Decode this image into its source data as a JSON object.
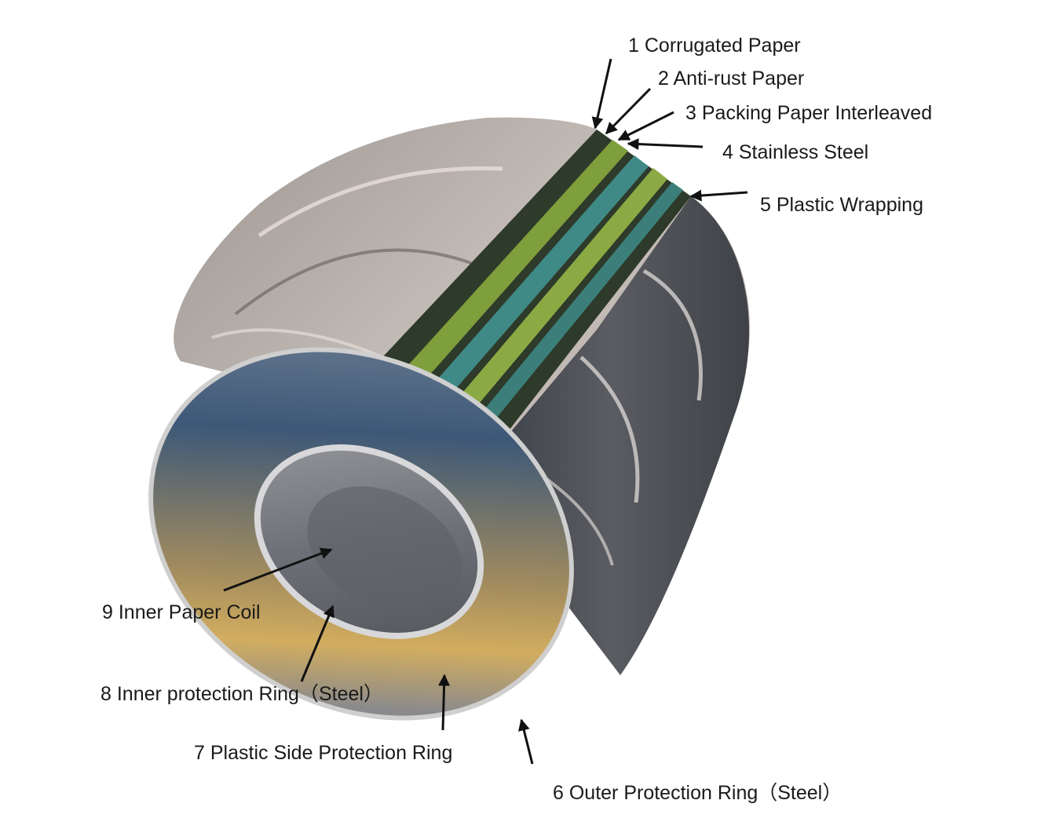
{
  "callouts": [
    {
      "number": "1",
      "text": "Corrugated Paper"
    },
    {
      "number": "2",
      "text": "Anti-rust Paper"
    },
    {
      "number": "3",
      "text": "Packing Paper Interleaved"
    },
    {
      "number": "4",
      "text": "Stainless Steel"
    },
    {
      "number": "5",
      "text": "Plastic Wrapping"
    },
    {
      "number": "6",
      "text": "Outer Protection Ring（Steel）"
    },
    {
      "number": "7",
      "text": "Plastic Side Protection Ring"
    },
    {
      "number": "8",
      "text": "Inner protection Ring（Steel）"
    },
    {
      "number": "9",
      "text": "Inner Paper Coil"
    }
  ],
  "colors": {
    "label_text": "#1a1a1a",
    "arrow": "#111111",
    "cutaway_dark": "#2e3a2a",
    "cutaway_green": "#7f9e3c",
    "cutaway_teal": "#3f8a86",
    "steel_light": "#b9b2ad",
    "steel_dark": "#4a4c52",
    "side_blue": "#3c5c80",
    "side_gold": "#c9a256"
  }
}
